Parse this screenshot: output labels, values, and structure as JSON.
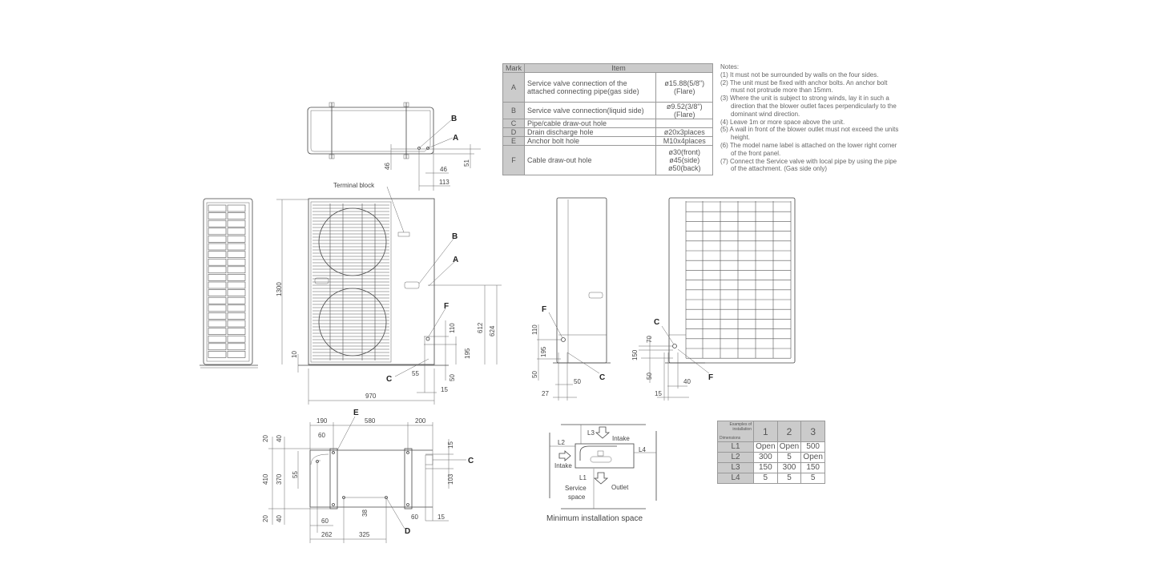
{
  "spec_table": {
    "headers": [
      "Mark",
      "Item"
    ],
    "rows": [
      {
        "mark": "A",
        "item": "Service valve connection of the attached connecting pipe(gas side)",
        "value": "ø15.88(5/8\")(Flare)"
      },
      {
        "mark": "B",
        "item": "Service valve connection(liquid side)",
        "value": "ø9.52(3/8\")(Flare)"
      },
      {
        "mark": "C",
        "item": "Pipe/cable draw-out hole",
        "value": ""
      },
      {
        "mark": "D",
        "item": "Drain discharge hole",
        "value": "ø20x3places"
      },
      {
        "mark": "E",
        "item": "Anchor bolt hole",
        "value": "M10x4places"
      },
      {
        "mark": "F",
        "item": "Cable draw-out hole",
        "value": "ø30(front)",
        "value2": "ø45(side)",
        "value3": "ø50(back)"
      }
    ]
  },
  "notes": {
    "title": "Notes:",
    "items": [
      "(1) It must not be surrounded by walls on the four sides.",
      "(2) The unit must be fixed with anchor bolts. An anchor bolt must not protrude more than 15mm.",
      "(3) Where the unit is subject to strong winds, lay it in such a direction that the blower outlet faces perpendicularly to the dominant wind direction.",
      "(4) Leave 1m or more space above the unit.",
      "(5) A wall in front of the blower outlet must not exceed the units height.",
      "(6) The model name label is attached on the lower right corner of the front panel.",
      "(7) Connect the Service valve with local pipe by using the pipe of the attachment. (Gas side only)"
    ]
  },
  "install_table": {
    "corner_top": "Examples of installation",
    "corner_bottom": "Dimensions",
    "columns": [
      "1",
      "2",
      "3"
    ],
    "rows": [
      {
        "label": "L1",
        "values": [
          "Open",
          "Open",
          "500"
        ]
      },
      {
        "label": "L2",
        "values": [
          "300",
          "5",
          "Open"
        ]
      },
      {
        "label": "L3",
        "values": [
          "150",
          "300",
          "150"
        ]
      },
      {
        "label": "L4",
        "values": [
          "5",
          "5",
          "5"
        ]
      }
    ]
  },
  "drawing": {
    "top_view": {
      "b": "B",
      "a": "A",
      "d46v": "46",
      "d51": "51",
      "d46h": "46",
      "d113": "113"
    },
    "front_view": {
      "terminal": "Terminal block",
      "b": "B",
      "a": "A",
      "f": "F",
      "c": "C",
      "d1300": "1300",
      "d10": "10",
      "d970": "970",
      "d612": "612",
      "d624": "624",
      "d110": "110",
      "d195": "195",
      "d55": "55",
      "d50": "50",
      "d15": "15"
    },
    "side_view": {
      "f": "F",
      "c": "C",
      "d110": "110",
      "d195": "195",
      "d50a": "50",
      "d50b": "50",
      "d27": "27"
    },
    "back_view": {
      "c": "C",
      "f": "F",
      "d70": "70",
      "d150": "150",
      "d50": "50",
      "d40": "40",
      "d15": "15"
    },
    "bottom_view": {
      "e": "E",
      "d": "D",
      "c": "C",
      "d190": "190",
      "d580": "580",
      "d200": "200",
      "d60a": "60",
      "d20a": "20",
      "d40a": "40",
      "d410": "410",
      "d370": "370",
      "d55": "55",
      "d20b": "20",
      "d40b": "40",
      "d60b": "60",
      "d262": "262",
      "d325": "325",
      "d38": "38",
      "d60c": "60",
      "d15a": "15",
      "d103": "103",
      "d15b": "15"
    },
    "install_space": {
      "l1": "L1",
      "l2": "L2",
      "l3": "L3",
      "l4": "L4",
      "intake1": "Intake",
      "intake2": "Intake",
      "outlet": "Outlet",
      "service1": "Service",
      "service2": "space",
      "caption": "Minimum installation space"
    }
  }
}
